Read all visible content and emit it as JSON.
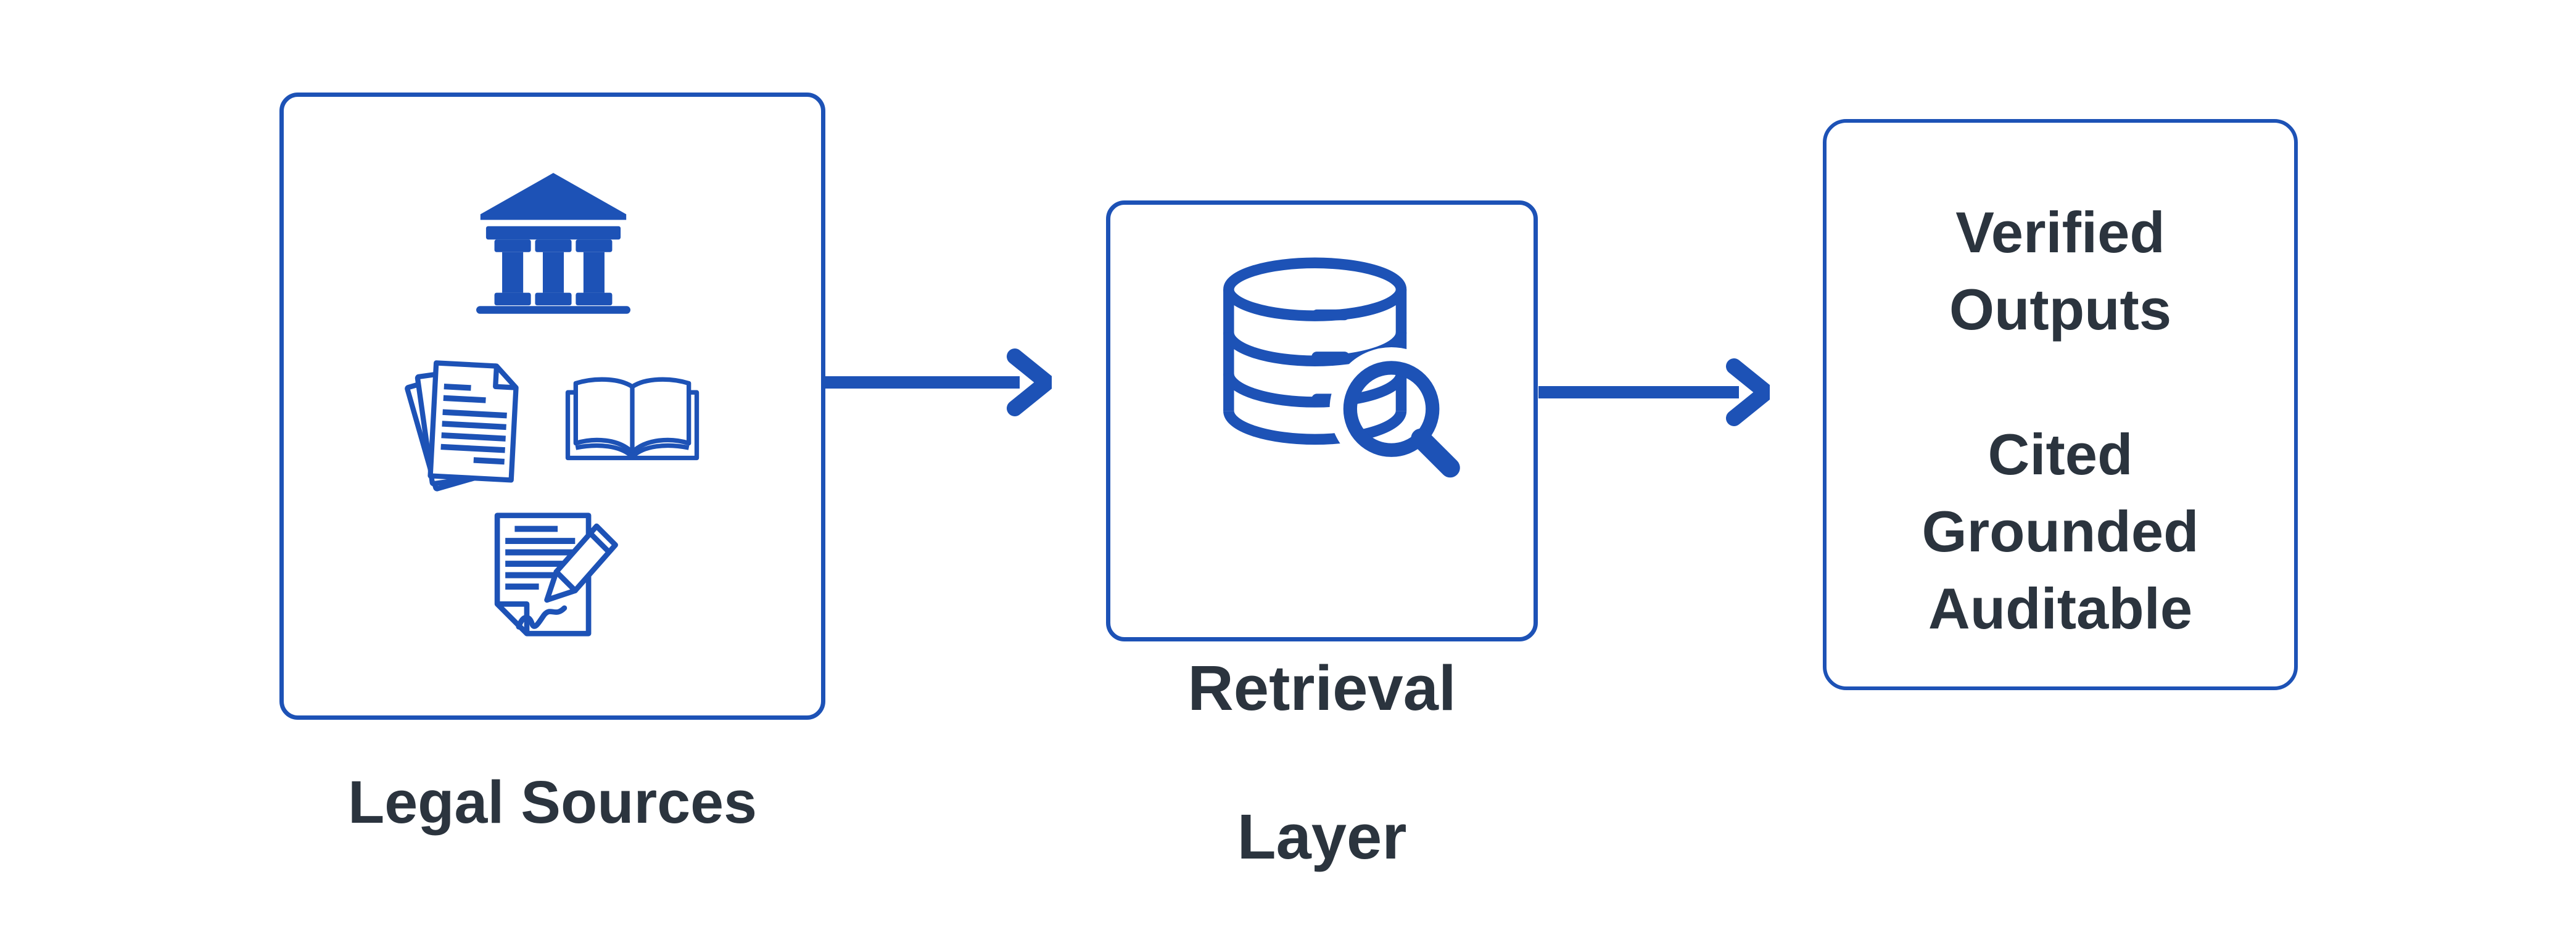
{
  "diagram": {
    "colors": {
      "accent_blue": "#1d52b6",
      "text_dark": "#2b343e",
      "background": "#ffffff"
    },
    "nodes": {
      "legal": {
        "label": "Legal Sources",
        "icons": [
          "courthouse-icon",
          "documents-stack-icon",
          "open-book-icon",
          "signed-contract-icon"
        ]
      },
      "retrieval": {
        "label_lines": [
          "Retrieval",
          "Layer"
        ],
        "icon": "database-search-icon"
      },
      "outputs": {
        "title_lines": [
          "Verified",
          "Outputs"
        ],
        "items": [
          "Cited",
          "Grounded",
          "Auditable"
        ]
      }
    },
    "connectors": [
      {
        "from": "legal",
        "to": "retrieval",
        "type": "arrow-right"
      },
      {
        "from": "retrieval",
        "to": "outputs",
        "type": "arrow-right"
      }
    ]
  }
}
